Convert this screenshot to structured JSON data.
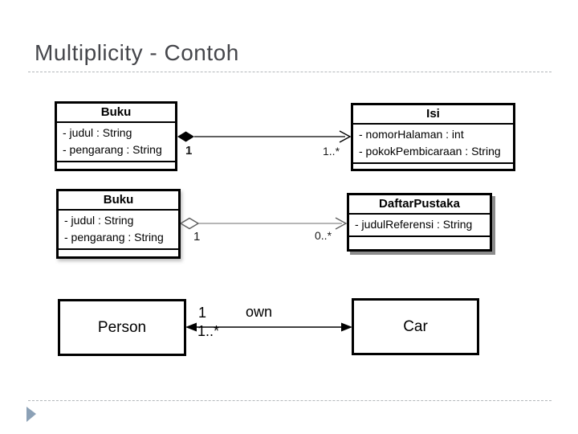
{
  "slide": {
    "title": "Multiplicity - Contoh"
  },
  "uml": {
    "composition": {
      "left_class": {
        "name": "Buku",
        "attributes": [
          "- judul : String",
          "- pengarang : String"
        ]
      },
      "right_class": {
        "name": "Isi",
        "attributes": [
          "- nomorHalaman : int",
          "- pokokPembicaraan : String"
        ]
      },
      "left_multiplicity": "1",
      "right_multiplicity": "1..*",
      "relation_type": "composition (filled diamond, open arrowhead)"
    },
    "aggregation": {
      "left_class": {
        "name": "Buku",
        "attributes": [
          "- judul : String",
          "- pengarang : String"
        ]
      },
      "right_class": {
        "name": "DaftarPustaka",
        "attributes": [
          "- judulReferensi : String"
        ]
      },
      "left_multiplicity": "1",
      "right_multiplicity": "0..*",
      "relation_type": "aggregation (hollow diamond, open arrowhead)"
    },
    "association": {
      "left_box": "Person",
      "right_box": "Car",
      "upper_multiplicity": "1",
      "lower_multiplicity": "1..*",
      "association_label": "own",
      "relation_type": "bidirectional association (filled arrowheads)"
    }
  },
  "colors": {
    "title_text": "#45464b",
    "divider": "#b3b8bb",
    "accent_triangle": "#8ca1b6",
    "composition_line": "#000000",
    "aggregation_line": "#6e6e6e"
  }
}
